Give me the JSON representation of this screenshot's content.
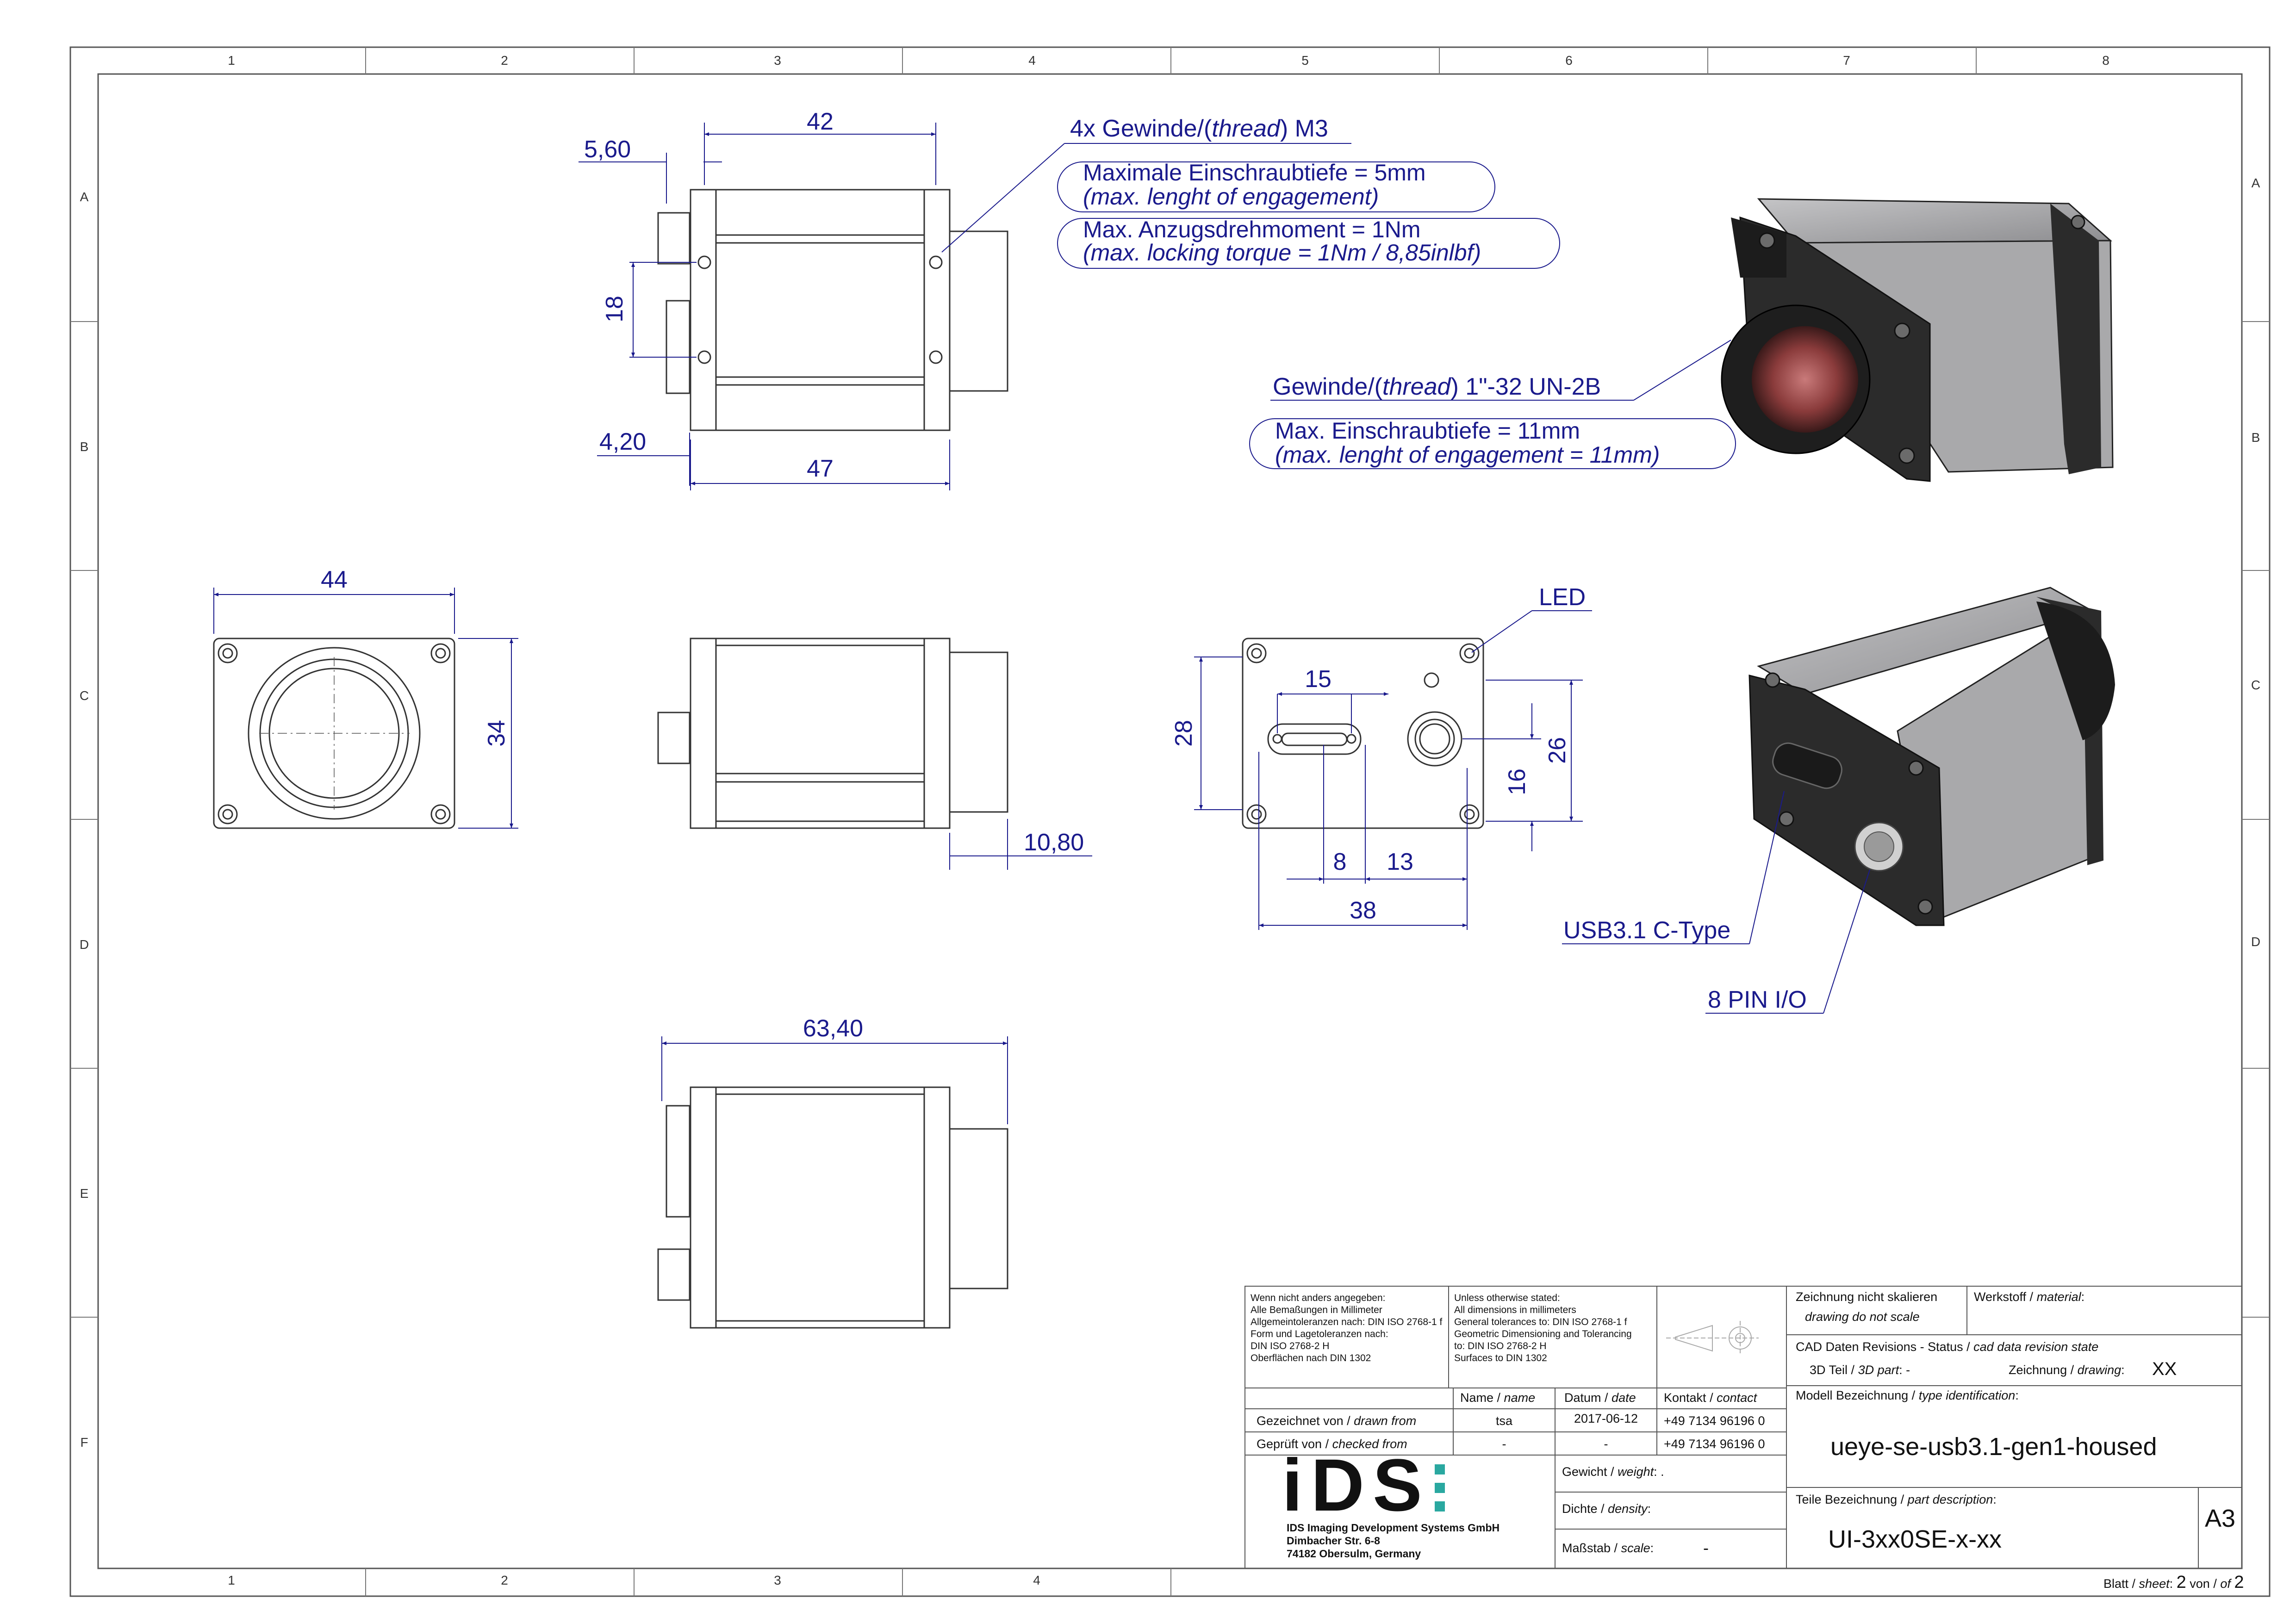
{
  "frame": {
    "columns": [
      "1",
      "2",
      "3",
      "4",
      "5",
      "6",
      "7",
      "8"
    ],
    "rows": [
      "A",
      "B",
      "C",
      "D",
      "E",
      "F"
    ],
    "bottom_columns": [
      "1",
      "2",
      "3",
      "4"
    ]
  },
  "top_view": {
    "dim_42": "42",
    "dim_5_60": "5,60",
    "dim_18": "18",
    "dim_4_20": "4,20",
    "dim_47": "47",
    "thread_note_pre": "4x Gewinde/(",
    "thread_note_italic": "thread",
    "thread_note_post": ") M3",
    "bubble1_line1": "Maximale Einschraubtiefe = 5mm",
    "bubble1_line2": "(max. lenght of engagement)",
    "bubble2_line1": "Max. Anzugsdrehmoment = 1Nm",
    "bubble2_line2": "(max. locking torque = 1Nm / 8,85inlbf)"
  },
  "iso_front": {
    "thread_pre": "Gewinde/(",
    "thread_italic": "thread",
    "thread_post": ") 1\"-32 UN-2B",
    "bubble_line1": "Max. Einschraubtiefe = 11mm",
    "bubble_line2": "(max. lenght of engagement = 11mm)"
  },
  "front_view": {
    "dim_44": "44",
    "dim_34": "34"
  },
  "side_view": {
    "dim_10_80": "10,80"
  },
  "back_view": {
    "led_label": "LED",
    "dim_15": "15",
    "dim_28": "28",
    "dim_26": "26",
    "dim_16": "16",
    "dim_8": "8",
    "dim_13": "13",
    "dim_38": "38"
  },
  "iso_back": {
    "usb_label": "USB3.1 C-Type",
    "io_label": "8 PIN I/O"
  },
  "bottom_view": {
    "dim_63_40": "63,40"
  },
  "colors": {
    "dimension": "#1a1a8c",
    "outline": "#333333",
    "frame": "#555555",
    "body_dark": "#2b2b2b",
    "body_grey": "#a9a9ab",
    "lens": "#8a3b3b"
  },
  "title_block": {
    "de_notes": [
      "Wenn nicht anders angegeben:",
      "Alle Bemaßungen in Millimeter",
      "Allgemeintoleranzen nach: DIN ISO 2768-1 f",
      "Form und Lagetoleranzen nach:",
      "DIN ISO 2768-2 H",
      "Oberflächen nach DIN 1302"
    ],
    "en_notes": [
      "Unless otherwise stated:",
      "All dimensions in millimeters",
      "General tolerances to: DIN ISO 2768-1 f",
      "Geometric Dimensioning and Tolerancing",
      "to: DIN ISO 2768-2 H",
      "Surfaces to DIN 1302"
    ],
    "h_name": "Name",
    "h_name_en": "name",
    "h_date": "Datum",
    "h_date_en": "date",
    "h_contact": "Kontakt",
    "h_contact_en": "contact",
    "drawn_label": "Gezeichnet von",
    "drawn_label_en": "drawn from",
    "drawn_name": "tsa",
    "drawn_date": "2017-06-12",
    "drawn_contact": "+49 7134 96196 0",
    "checked_label": "Geprüft von",
    "checked_label_en": "checked from",
    "checked_name": "-",
    "checked_date": "-",
    "checked_contact": "+49 7134 96196 0",
    "logo_text": "iDS",
    "company_line1": "IDS Imaging Development Systems GmbH",
    "company_line2": "Dimbacher Str. 6-8",
    "company_line3": "74182 Obersulm, Germany",
    "weight_label": "Gewicht",
    "weight_label_en": "weight",
    "weight_value": ".",
    "density_label": "Dichte",
    "density_label_en": "density",
    "scale_label": "Maßstab",
    "scale_label_en": "scale",
    "scale_value": "-",
    "noscale_label": "Zeichnung nicht skalieren",
    "noscale_label_en": "drawing do not scale",
    "material_label": "Werkstoff",
    "material_label_en": "material",
    "cad_label": "CAD Daten Revisions - Status",
    "cad_label_en": "cad data revision state",
    "part3d_label": "3D Teil",
    "part3d_label_en": "3D part",
    "part3d_value": "-",
    "drawing_label": "Zeichnung",
    "drawing_label_en": "drawing",
    "drawing_value": "XX",
    "model_label": "Modell Bezeichnung",
    "model_label_en": "type identification",
    "model_value": "ueye-se-usb3.1-gen1-housed",
    "part_label": "Teile Bezeichnung",
    "part_label_en": "part description",
    "part_value": "UI-3xx0SE-x-xx",
    "size": "A3",
    "sheet_label": "Blatt",
    "sheet_label_en": "sheet",
    "sheet_no": "2",
    "of_label": "von",
    "of_label_en": "of",
    "sheet_total": "2"
  }
}
